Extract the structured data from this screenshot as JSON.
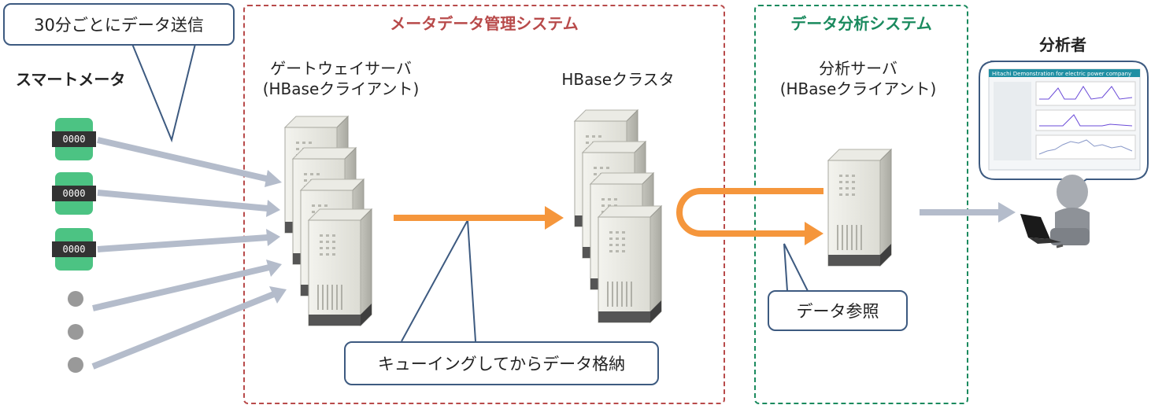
{
  "callouts": {
    "send": "30分ごとにデータ送信",
    "queue": "キューイングしてからデータ格納",
    "reference": "データ参照"
  },
  "systems": {
    "metadata": "メータデータ管理システム",
    "analysis": "データ分析システム"
  },
  "labels": {
    "smart_meter": "スマートメータ",
    "gateway": "ゲートウェイサーバ\n(HBaseクライアント)",
    "cluster": "HBaseクラスタ",
    "analysis_server": "分析サーバ\n(HBaseクライアント)",
    "analyst": "分析者"
  },
  "meters": [
    "0000",
    "0000",
    "0000"
  ],
  "screen": {
    "header": "Hitachi Demonstration for electric power company"
  },
  "colors": {
    "meta_border": "#b84a4a",
    "analysis_border": "#1a8a5e",
    "flow_arrow": "#f5963c",
    "input_arrow": "#b4bccb",
    "meter": "#4cc383",
    "callout_border": "#3d5a80"
  },
  "icons": [
    "server-icon",
    "person-icon",
    "laptop-icon",
    "monitor-icon"
  ]
}
